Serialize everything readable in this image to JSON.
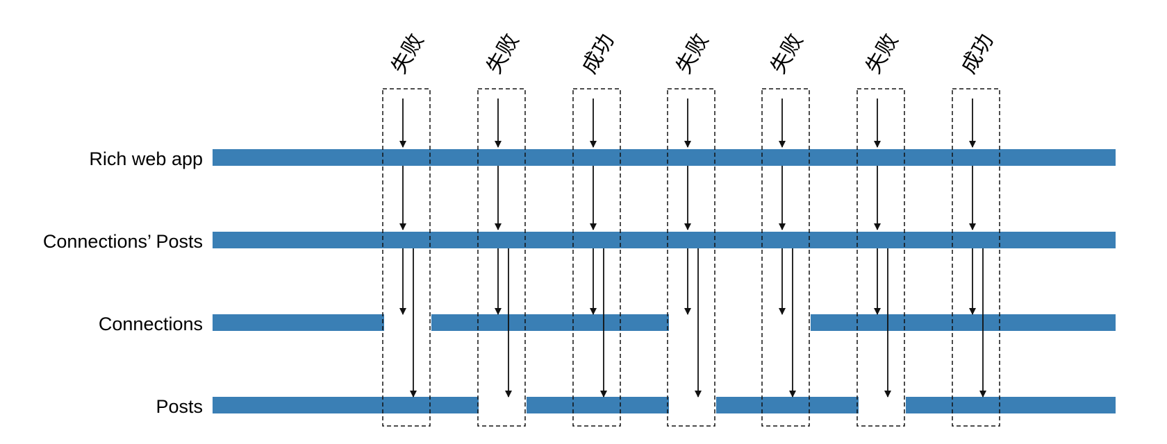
{
  "lanes": [
    {
      "label": "Rich web app"
    },
    {
      "label": "Connections’ Posts"
    },
    {
      "label": "Connections"
    },
    {
      "label": "Posts"
    }
  ],
  "requests": [
    {
      "result": "失败"
    },
    {
      "result": "失败"
    },
    {
      "result": "成功"
    },
    {
      "result": "失败"
    },
    {
      "result": "失败"
    },
    {
      "result": "失败"
    },
    {
      "result": "成功"
    }
  ],
  "colors": {
    "bar": "#3a7fb5",
    "arrow": "#111111",
    "box": "#111111",
    "text": "#000000"
  }
}
